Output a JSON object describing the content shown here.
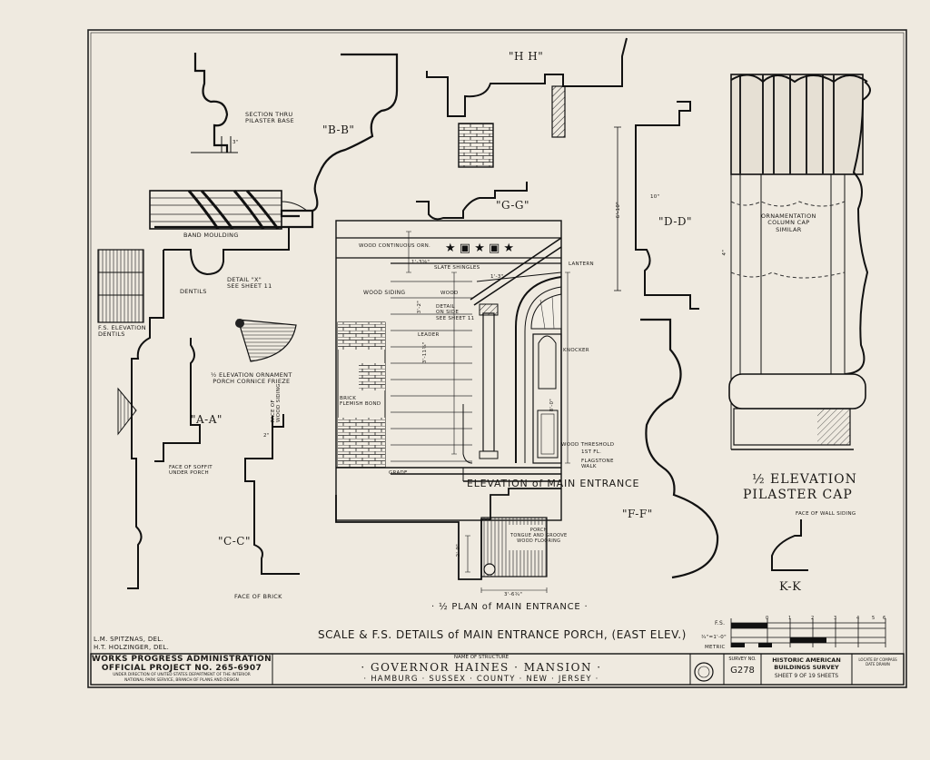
{
  "sections": {
    "bb": "\"B-B\"",
    "hh": "\"H H\"",
    "gg": "\"G-G\"",
    "dd": "\"D-D\"",
    "ff": "\"F-F\"",
    "aa": "\"A-A\"",
    "cc": "\"C-C\"",
    "kk": "K-K"
  },
  "labels": {
    "section_thru_pilaster_base": "SECTION THRU\nPILASTER BASE",
    "band_moulding": "BAND MOULDING",
    "detail_x": "DETAIL \"X\"\nSEE SHEET 11",
    "dentils": "DENTILS",
    "fs_elevation_dentils": "F.S. ELEVATION\nDENTILS",
    "ornament": "½ ELEVATION ORNAMENT\nPORCH CORNICE FRIEZE",
    "face_of_soffit": "FACE OF SOFFIT\nUNDER PORCH",
    "face_of_wood_siding": "FACE OF\nWOOD SIDING",
    "face_of_brick": "FACE OF BRICK",
    "ornamentation": "ORNAMENTATION\nCOLUMN CAP\nSIMILAR",
    "face_of_wall_siding": "FACE OF WALL SIDING",
    "wood_continuous": "WOOD CONTINUOUS ORN.",
    "slate_shingles": "SLATE SHINGLES",
    "lantern": "LANTERN",
    "wood_siding": "WOOD SIDING",
    "wood": "WOOD",
    "detail_on_side": "DETAIL\nON SIDE\nSEE SHEET 11",
    "leader": "LEADER",
    "knocker": "KNOCKER",
    "brick_flemish_bond": "BRICK\nFLEMISH BOND",
    "wood_threshold": "WOOD THRESHOLD",
    "first_fl": "1ST FL.",
    "flagstone_walk": "FLAGSTONE\nWALK",
    "grade": "GRADE",
    "porch": "PORCH\nTONGUE AND GROOVE\nWOOD FLOORING",
    "elevation_main_entrance": "ELEVATION of MAIN ENTRANCE",
    "plan_main_entrance": "· ½ PLAN of MAIN ENTRANCE ·",
    "half_elevation": "½ ELEVATION",
    "pilaster_cap": "PILASTER  CAP",
    "scale_title": "SCALE & F.S. DETAILS of MAIN ENTRANCE PORCH, (EAST ELEV.)"
  },
  "dims": [
    "1'-3⅝\"",
    "3'-2\"",
    "3'-11¾\"",
    "8'-0\"",
    "1'-3\"",
    "2'-9\"",
    "3'-6¾\"",
    "10\"",
    "6'-10\"",
    "3\"",
    "4\"",
    "2\""
  ],
  "scale_bar": {
    "fs_label": "F.S.",
    "scale1_label": "¾\"=1'-0\"",
    "metric_label": "METRIC",
    "numbers": [
      "0",
      "1",
      "2",
      "3",
      "4",
      "5",
      "6"
    ]
  },
  "title_block": {
    "delineators": [
      "L.M. SPITZNAS, DEL.",
      "H.T. HOLZINGER, DEL."
    ],
    "wpa_line1": "WORKS PROGRESS ADMINISTRATION",
    "wpa_line2": "OFFICIAL PROJECT NO. 265-6907",
    "wpa_line3": "UNDER DIRECTION OF UNITED STATES DEPARTMENT OF THE INTERIOR",
    "wpa_line4": "NATIONAL PARK SERVICE, BRANCH OF PLANS AND DESIGN",
    "name_of_structure_label": "NAME OF STRUCTURE",
    "structure_name": "· GOVERNOR HAINES · MANSION ·",
    "location": "· HAMBURG · SUSSEX · COUNTY · NEW · JERSEY ·",
    "survey_no_label": "SURVEY NO.",
    "survey_no": "G278",
    "habs_line1": "HISTORIC AMERICAN",
    "habs_line2": "BUILDINGS SURVEY",
    "sheet_info": "SHEET 9 OF 19 SHEETS",
    "small_note": "LOCATE BY COMPASS\nDATE DRAWN"
  }
}
